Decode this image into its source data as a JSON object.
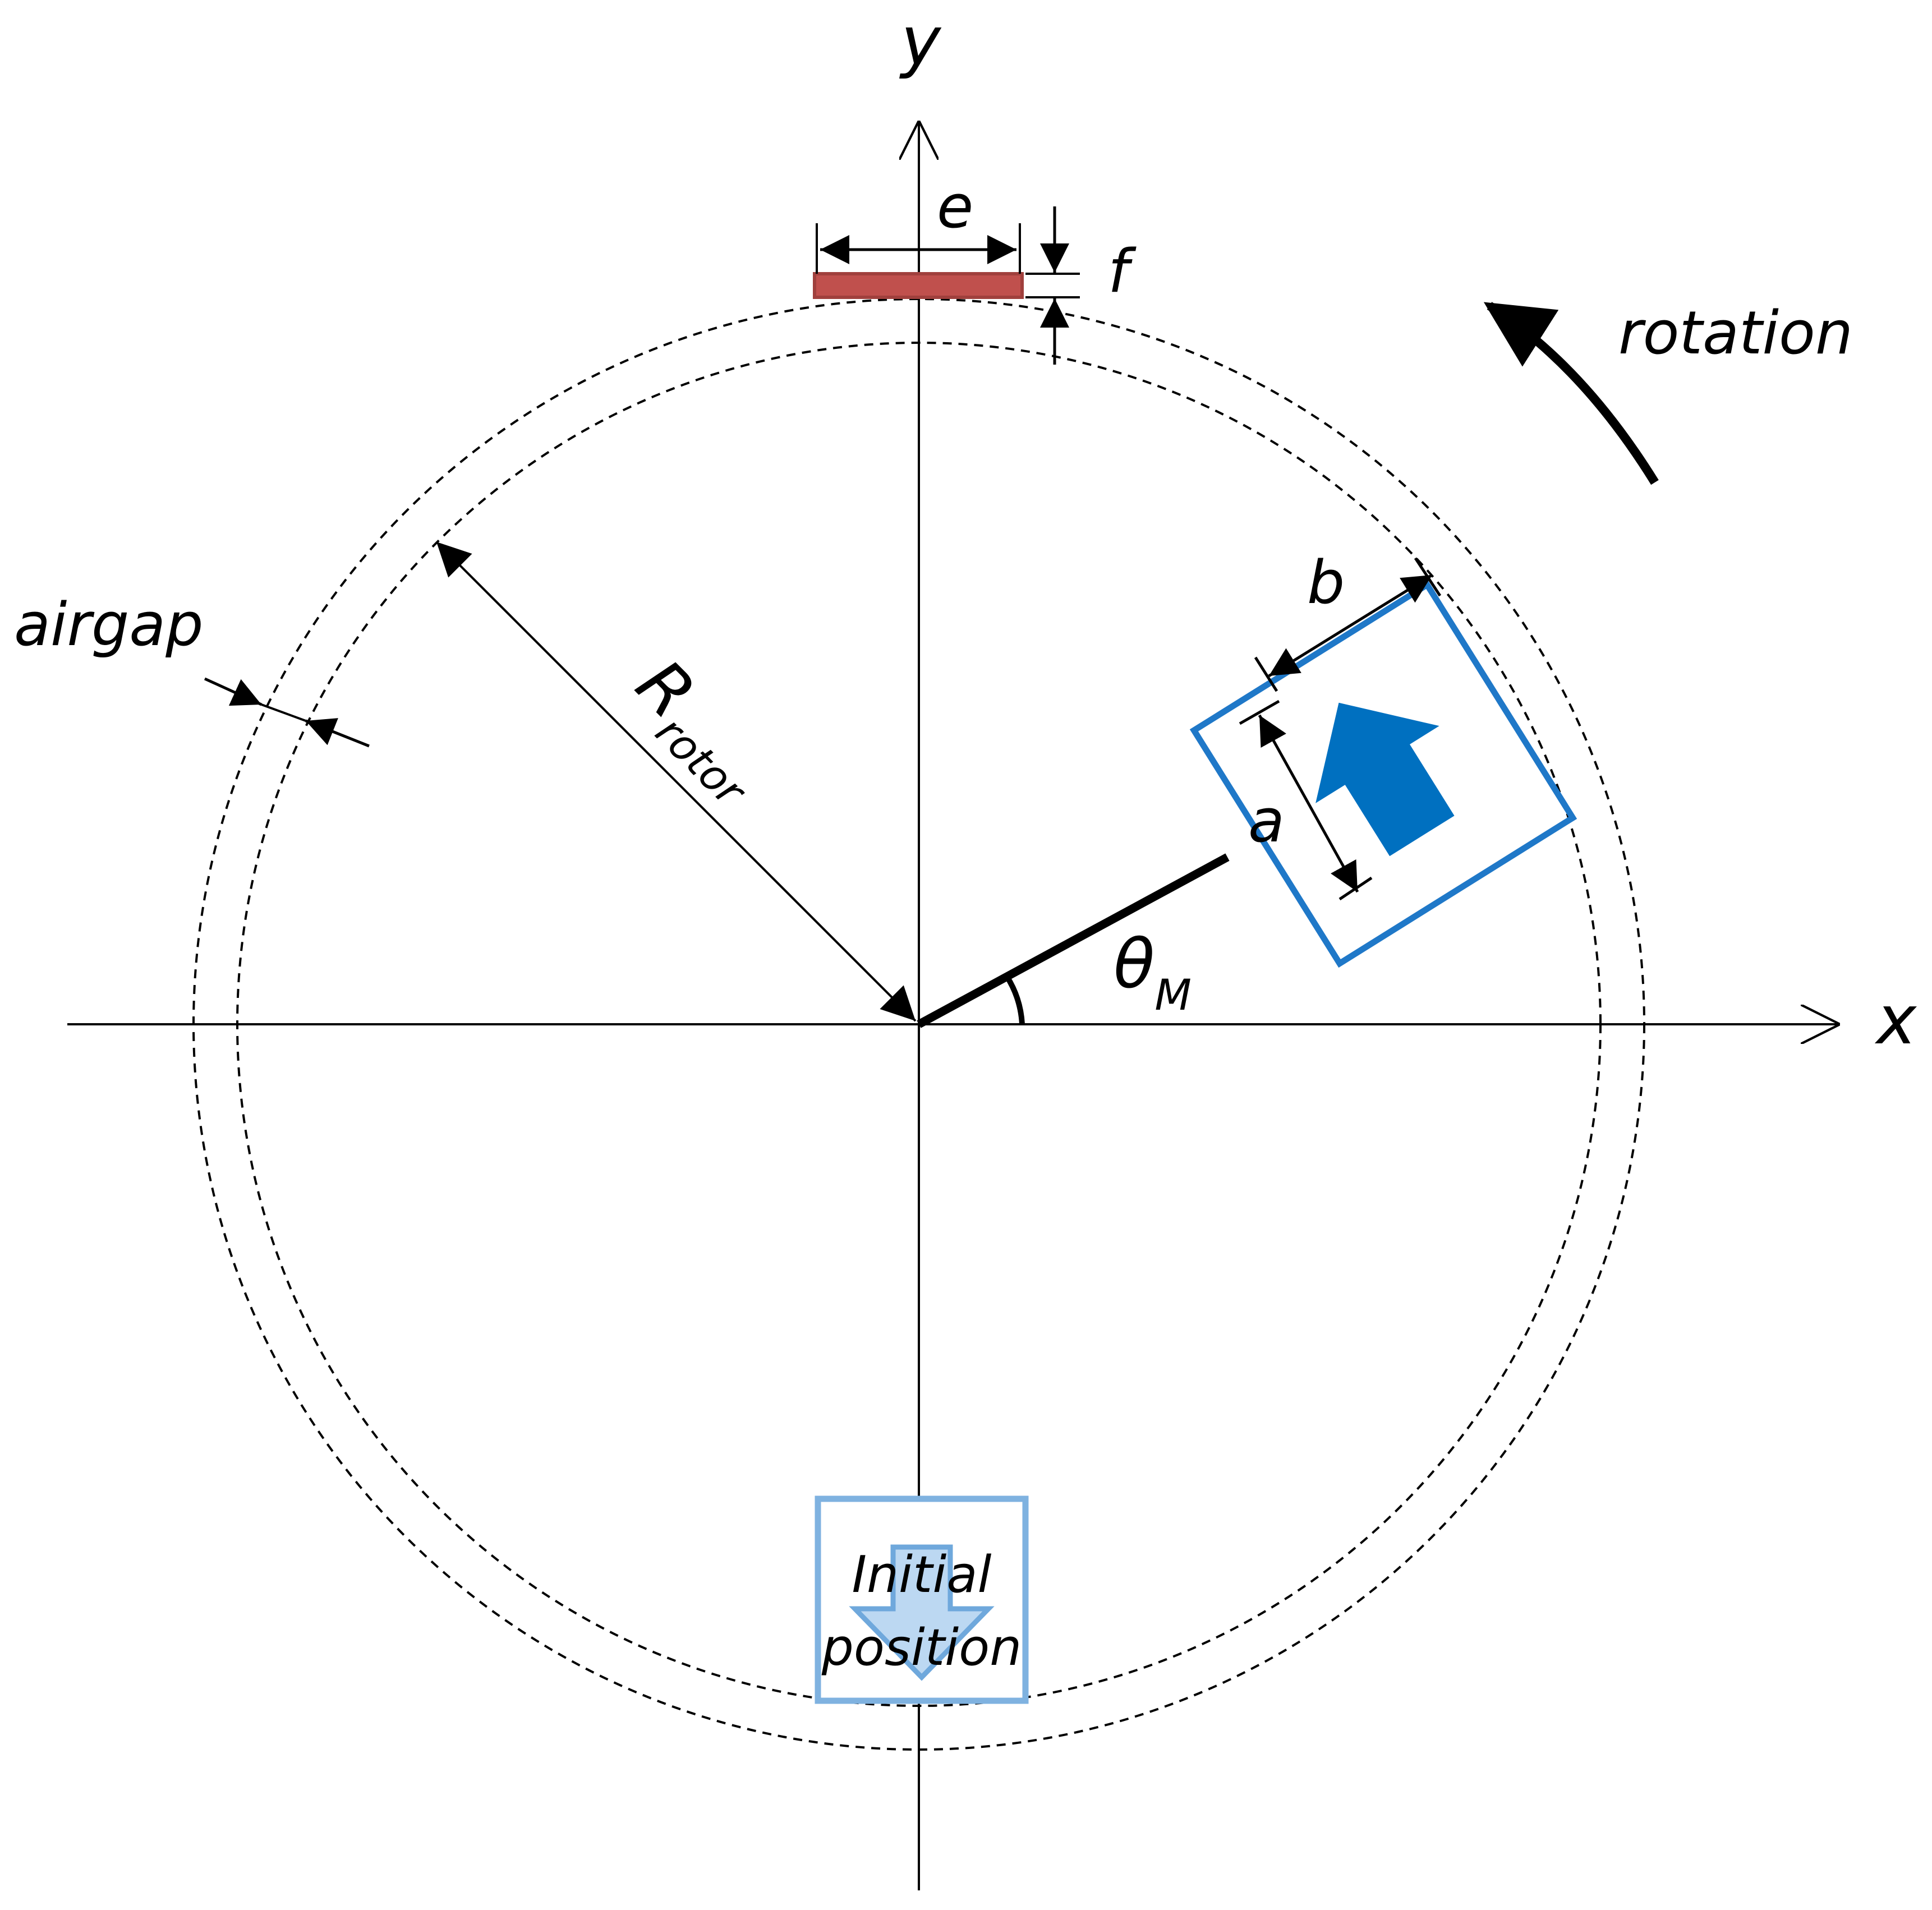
{
  "labels": {
    "y_axis": "y",
    "x_axis": "x",
    "e": "e",
    "f": "f",
    "rotation": "rotation",
    "airgap": "airgap",
    "r_main": "R",
    "r_sub": "rotor",
    "b": "b",
    "a": "a",
    "theta_main": "θ",
    "theta_sub": "M",
    "initial_line1": "Initial",
    "initial_line2": "position"
  },
  "colors": {
    "line": "#000000",
    "sensor_fill": "#c0504d",
    "sensor_stroke": "#a0403d",
    "magnet_stroke": "#1f78c8",
    "magnet_arrow": "#0070c0",
    "initial_stroke": "#7fb2e0",
    "initial_arrow_fill": "#bcd8f2",
    "initial_arrow_stroke": "#6fa8dc"
  },
  "icons": {
    "magnet_arrow": "arrow-up-right-icon",
    "initial_arrow": "arrow-down-icon",
    "rotation_arrow": "curved-arrow-icon"
  }
}
